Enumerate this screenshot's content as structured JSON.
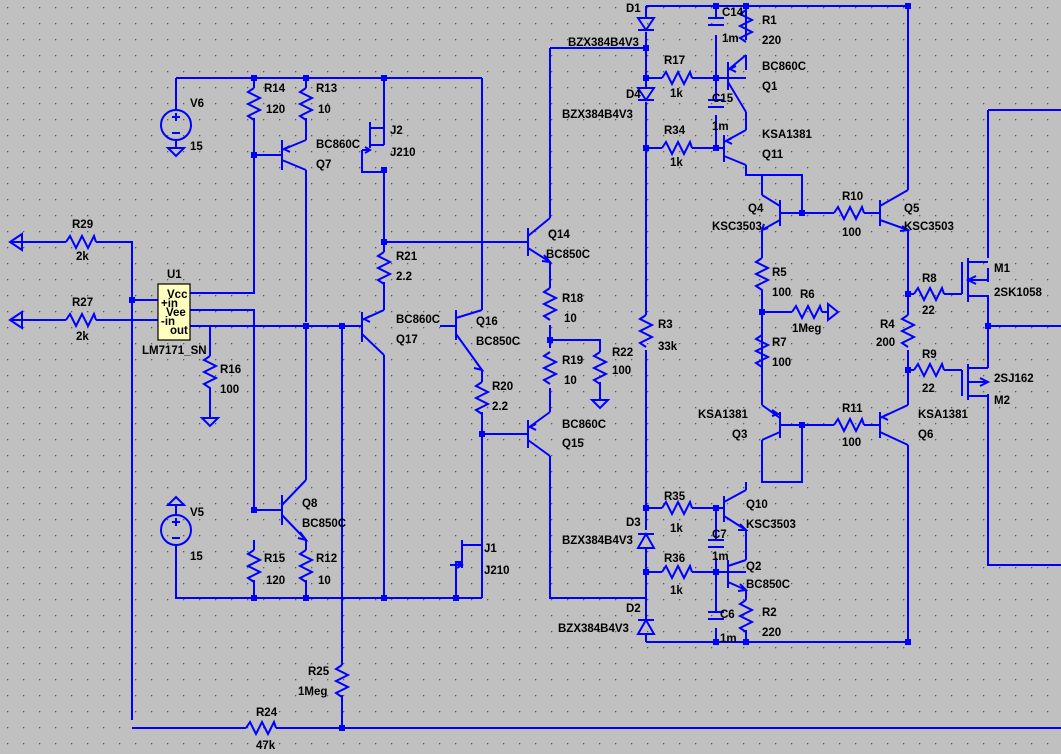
{
  "background": "#c0c0c0",
  "wire_color": "#0000ff",
  "components": {
    "V6": {
      "ref": "V6",
      "value": "15"
    },
    "V5": {
      "ref": "V5",
      "value": "15"
    },
    "U1": {
      "ref": "U1",
      "part": "LM7171_SN",
      "pins": [
        "Vcc",
        "+in",
        "Vee",
        "-in",
        "out"
      ]
    },
    "R29": {
      "ref": "R29",
      "value": "2k"
    },
    "R27": {
      "ref": "R27",
      "value": "2k"
    },
    "R16": {
      "ref": "R16",
      "value": "100"
    },
    "R14": {
      "ref": "R14",
      "value": "120"
    },
    "R13": {
      "ref": "R13",
      "value": "10"
    },
    "R15": {
      "ref": "R15",
      "value": "120"
    },
    "R12": {
      "ref": "R12",
      "value": "10"
    },
    "Q7": {
      "ref": "Q7",
      "part": "BC860C"
    },
    "Q8": {
      "ref": "Q8",
      "part": "BC850C"
    },
    "J2": {
      "ref": "J2",
      "part": "J210"
    },
    "J1": {
      "ref": "J1",
      "part": "J210"
    },
    "R21": {
      "ref": "R21",
      "value": "2.2"
    },
    "R20": {
      "ref": "R20",
      "value": "2.2"
    },
    "Q17": {
      "ref": "Q17",
      "part": "BC860C"
    },
    "Q16": {
      "ref": "Q16",
      "part": "BC850C"
    },
    "Q14": {
      "ref": "Q14",
      "part": "BC850C"
    },
    "Q15": {
      "ref": "Q15",
      "part": "BC860C"
    },
    "R18": {
      "ref": "R18",
      "value": "10"
    },
    "R19": {
      "ref": "R19",
      "value": "10"
    },
    "R22": {
      "ref": "R22",
      "value": "100"
    },
    "R25": {
      "ref": "R25",
      "value": "1Meg"
    },
    "R24": {
      "ref": "R24",
      "value": "47k"
    },
    "D1": {
      "ref": "D1",
      "part": "BZX384B4V3"
    },
    "D4": {
      "ref": "D4",
      "part": "BZX384B4V3"
    },
    "D3": {
      "ref": "D3",
      "part": "BZX384B4V3"
    },
    "D2": {
      "ref": "D2",
      "part": "BZX384B4V3"
    },
    "R3": {
      "ref": "R3",
      "value": "33k"
    },
    "C14": {
      "ref": "C14",
      "value": "1m"
    },
    "C15": {
      "ref": "C15",
      "value": "1m"
    },
    "C7": {
      "ref": "C7",
      "value": "1m"
    },
    "C6": {
      "ref": "C6",
      "value": "1m"
    },
    "R1": {
      "ref": "R1",
      "value": "220"
    },
    "R2": {
      "ref": "R2",
      "value": "220"
    },
    "R17": {
      "ref": "R17",
      "value": "1k"
    },
    "R34": {
      "ref": "R34",
      "value": "1k"
    },
    "R35": {
      "ref": "R35",
      "value": "1k"
    },
    "R36": {
      "ref": "R36",
      "value": "1k"
    },
    "Q1": {
      "ref": "Q1",
      "part": "BC860C"
    },
    "Q11": {
      "ref": "Q11",
      "part": "KSA1381"
    },
    "Q10": {
      "ref": "Q10",
      "part": "KSC3503"
    },
    "Q2": {
      "ref": "Q2",
      "part": "BC850C"
    },
    "Q4": {
      "ref": "Q4",
      "part": "KSC3503"
    },
    "Q3": {
      "ref": "Q3",
      "part": "KSA1381"
    },
    "Q5": {
      "ref": "Q5",
      "part": "KSC3503"
    },
    "Q6": {
      "ref": "Q6",
      "part": "KSA1381"
    },
    "R5": {
      "ref": "R5",
      "value": "100"
    },
    "R7": {
      "ref": "R7",
      "value": "100"
    },
    "R6": {
      "ref": "R6",
      "value": "1Meg"
    },
    "R10": {
      "ref": "R10",
      "value": "100"
    },
    "R11": {
      "ref": "R11",
      "value": "100"
    },
    "R8": {
      "ref": "R8",
      "value": "22"
    },
    "R9": {
      "ref": "R9",
      "value": "22"
    },
    "R4": {
      "ref": "R4",
      "value": "200"
    },
    "M1": {
      "ref": "M1",
      "part": "2SK1058"
    },
    "M2": {
      "ref": "M2",
      "part": "2SJ162"
    }
  }
}
